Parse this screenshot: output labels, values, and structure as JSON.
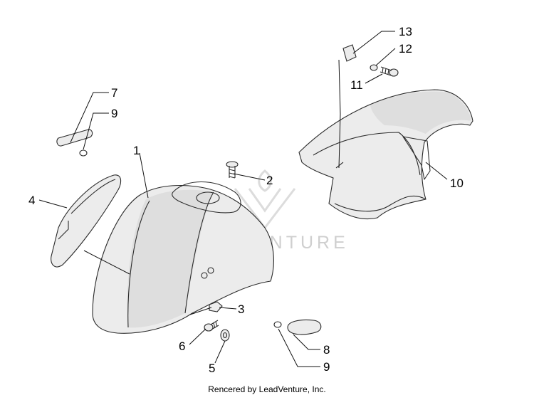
{
  "callouts": {
    "c1": "1",
    "c2": "2",
    "c3": "3",
    "c4": "4",
    "c5": "5",
    "c6": "6",
    "c7": "7",
    "c8": "8",
    "c9a": "9",
    "c9b": "9",
    "c10": "10",
    "c11": "11",
    "c12": "12",
    "c13": "13"
  },
  "watermark": "LEADVENTURE",
  "credit": "Rencered by LeadVenture, Inc."
}
